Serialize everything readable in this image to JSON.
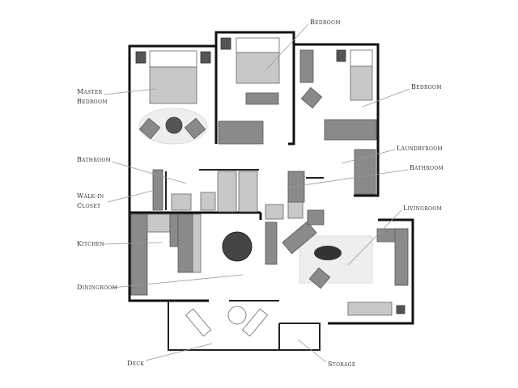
{
  "labels": {
    "bedroom_top": "Bedroom",
    "master_bedroom_1": "Master",
    "master_bedroom_2": "Bedroom",
    "bedroom_right": "Bedroom",
    "bathroom_left": "Bathroom",
    "laundryroom": "Laundryroom",
    "bathroom_right": "Bathroom",
    "walkin_1": "Walk-in",
    "walkin_2": "Closet",
    "livingroom": "Livingroom",
    "kitchen": "Kitchen",
    "diningroom": "Diningroom",
    "deck": "Deck",
    "storage": "Storage"
  }
}
